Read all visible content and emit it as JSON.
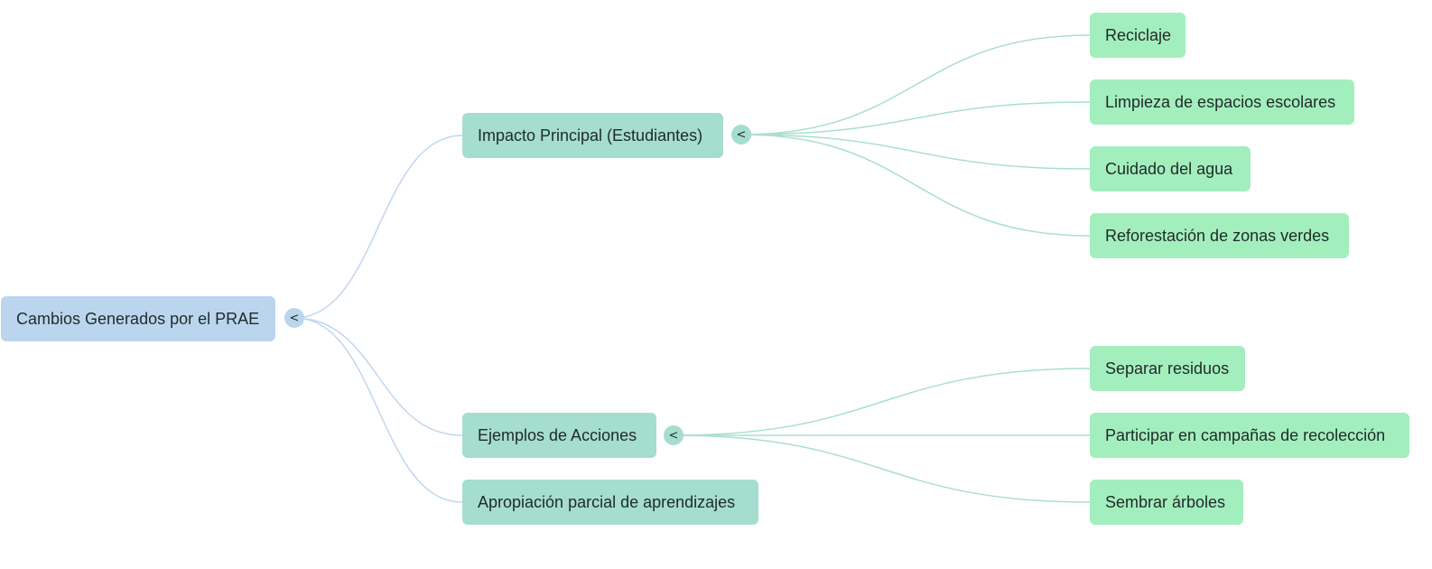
{
  "colors": {
    "root_fill": "#bcd5ee",
    "branch_fill": "#a5ddcf",
    "leaf_fill": "#a3eebd",
    "root_link": "#bfd6ef",
    "branch_link": "#a9dfcf"
  },
  "root": {
    "label": "Cambios Generados por el PRAE",
    "toggle_icon": "<"
  },
  "branches": [
    {
      "label": "Impacto Principal (Estudiantes)",
      "toggle_icon": "<",
      "leaves": [
        "Reciclaje",
        "Limpieza de espacios escolares",
        "Cuidado del agua",
        "Reforestación de zonas verdes"
      ]
    },
    {
      "label": "Ejemplos de Acciones",
      "toggle_icon": "<",
      "leaves": [
        "Separar residuos",
        "Participar en campañas de recolección",
        "Sembrar árboles"
      ]
    },
    {
      "label": "Apropiación parcial de aprendizajes",
      "leaves": []
    }
  ]
}
